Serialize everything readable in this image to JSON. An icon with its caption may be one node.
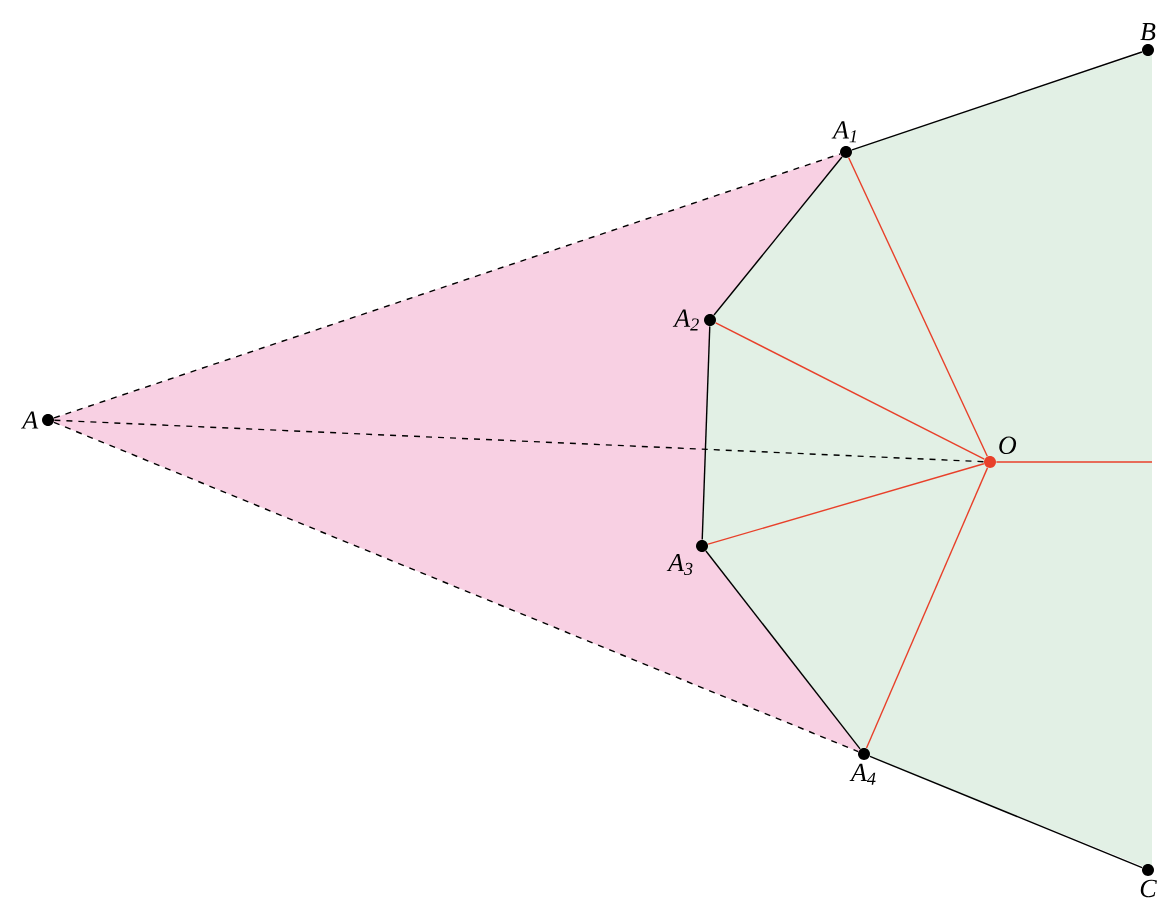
{
  "diagram": {
    "nodes": [
      {
        "text": [
          "A"
        ]
      },
      {
        "text": [
          "A$_{1}$"
        ]
      },
      {
        "text": [
          "A$_{2}$"
        ]
      },
      {
        "text": [
          "A$_{3}$"
        ]
      },
      {
        "text": [
          "A$_{4}$"
        ]
      },
      {
        "text": [
          "B"
        ]
      },
      {
        "text": [
          "C"
        ]
      },
      {
        "text": [
          "O"
        ]
      }
    ],
    "edges": [
      {
        "from": 0,
        "to": 1,
        "arrow": "none",
        "style": "dashed"
      },
      {
        "from": 0,
        "to": 4,
        "arrow": "none",
        "style": "dashed"
      },
      {
        "from": 0,
        "to": 7,
        "arrow": "none",
        "style": "dashed"
      },
      {
        "from": 1,
        "to": 5,
        "arrow": "none"
      },
      {
        "from": 1,
        "to": 2,
        "arrow": "none"
      },
      {
        "from": 2,
        "to": 3,
        "arrow": "none"
      },
      {
        "from": 3,
        "to": 4,
        "arrow": "none"
      },
      {
        "from": 4,
        "to": 6,
        "arrow": "none"
      },
      {
        "from": 7,
        "to": 1,
        "arrow": "none",
        "color": "#e8402a"
      },
      {
        "from": 7,
        "to": 2,
        "arrow": "none",
        "color": "#e8402a"
      },
      {
        "from": 7,
        "to": 3,
        "arrow": "none",
        "color": "#e8402a"
      },
      {
        "from": 7,
        "to": 4,
        "arrow": "none",
        "color": "#e8402a"
      },
      {
        "from": 7,
        "to": null,
        "arrow": "none",
        "color": "#e8402a"
      }
    ]
  }
}
